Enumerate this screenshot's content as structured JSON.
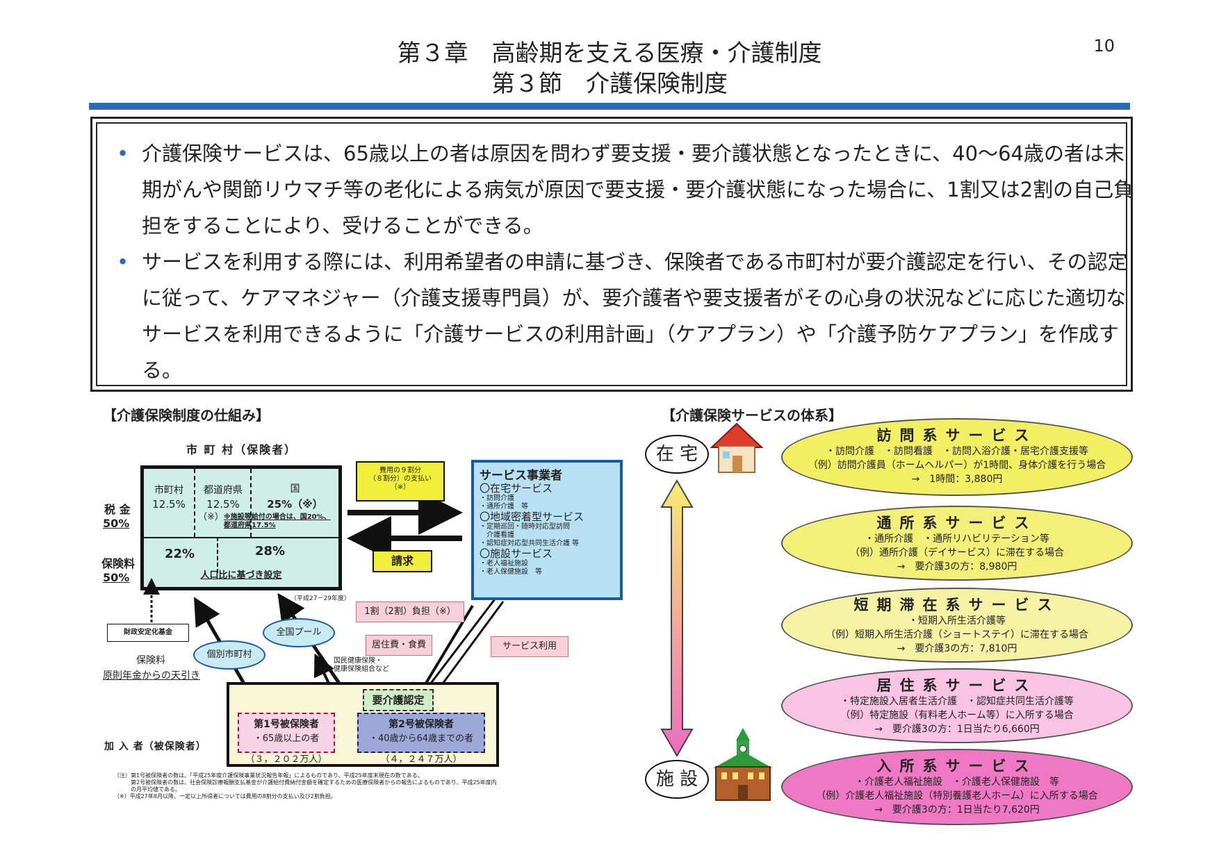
{
  "header": {
    "title1": "第３章　高齢期を支える医療・介護制度",
    "title2": "第３節　介護保険制度",
    "page": "10"
  },
  "summary": {
    "bullets": [
      "介護保険サービスは、65歳以上の者は原因を問わず要支援・要介護状態となったときに、40～64歳の者は末期がんや関節リウマチ等の老化による病気が原因で要支援・要介護状態になった場合に、1割又は2割の自己負担をすることにより、受けることができる。",
      "サービスを利用する際には、利用希望者の申請に基づき、保険者である市町村が要介護認定を行い、その認定に従って、ケアマネジャー（介護支援専門員）が、要介護者や要支援者がその心身の状況などに応じた適切なサービスを利用できるように「介護サービスの利用計画」（ケアプラン）や「介護予防ケアプラン」を作成する。"
    ]
  },
  "left": {
    "title": "【介護保険制度の仕組み】",
    "insurer": "市 町 村（保険者）",
    "tax_label": "税 金",
    "tax_pct": "50%",
    "prem_label": "保険料",
    "prem_pct": "50%",
    "city": "市町村",
    "city_pct": "12.5%",
    "pref": "都道府県",
    "pref_pct": "12.5%",
    "pref_note": "（※）",
    "nat": "国",
    "nat_pct": "25%（※）",
    "facility_note": "※施設等給付の場合は、国20%、都道府県17.5%",
    "p22": "22%",
    "p28": "28%",
    "pop_note": "人口比に基づき設定",
    "period": "（平成27－29年度）",
    "fund": "財政安定化基金",
    "pension1": "保険料",
    "pension2": "原則年金からの天引き",
    "individual": "個別市町村",
    "pool": "全国プール",
    "health": "国民健康保険・\n健康保険組合など",
    "pay9": "費用の９割分\n（８割分）の支払い\n（※）",
    "claim": "請求",
    "burden": "1割（2割）負担（※）",
    "food": "居住費・食費",
    "use": "サービス利用",
    "provider": {
      "title": "サービス事業者",
      "home": "〇在宅サービス",
      "home_items": [
        "・訪問介護",
        "・通所介護　等"
      ],
      "local": "〇地域密着型サービス",
      "local_items": [
        "・定期巡回・随時対応型訪問",
        "　介護看護",
        "・認知症対応型共同生活介護 等"
      ],
      "fac": "〇施設サービス",
      "fac_items": [
        "・老人福祉施設",
        "・老人保健施設　等"
      ]
    },
    "members": "加 入 者（被保険者）",
    "cert": "要介護認定",
    "ins1": "第1号被保険者",
    "ins1_desc": "・65歳以上の者",
    "ins1_count": "（３，２０２万人）",
    "ins2": "第2号被保険者",
    "ins2_desc": "・40歳から64歳までの者",
    "ins2_count": "（４，２４７万人）",
    "notes": [
      "（注）第1号被保険者の数は、「平成25年度介護保険事業状況報告年報」によるものであり、平成25年度末現在の数である。",
      "　　　第2号被保険者の数は、社会保険診療報酬支払基金が介護給付費納付金額を確定するための医療保険者からの報告によるものであり、平成25年度内",
      "　　　の月平均値である。",
      "（※）平成27年8月以降、一定以上所得者については費用の8割分の支払い及び2割負担。"
    ]
  },
  "right": {
    "title": "【介護保険サービスの体系】",
    "home": "在 宅",
    "facility": "施 設",
    "services": [
      {
        "name": "訪問系サービス",
        "items": [
          "・訪問介護　・訪問看護　・訪問入浴介護・居宅介護支援等",
          "（例）訪問介護員（ホームヘルパー）が1時間、身体介護を行う場合",
          "→　1時間：3,880円"
        ],
        "color": "#f3ef62"
      },
      {
        "name": "通所系サービス",
        "items": [
          "・通所介護　・通所リハビリテーション等",
          "（例）通所介護（デイサービス）に滞在する場合",
          "→　要介護3の方：8,980円"
        ],
        "color": "#f4ef78"
      },
      {
        "name": "短期滞在系サービス",
        "items": [
          "・短期入所生活介護等",
          "（例）短期入所生活介護（ショートステイ）に滞在する場合",
          "→　要介護3の方：7,810円"
        ],
        "color": "#f6f2a4"
      },
      {
        "name": "居住系サービス",
        "items": [
          "・特定施設入居者生活介護　・認知症共同生活介護等",
          "（例）特定施設（有料老人ホーム等）に入所する場合",
          "→　要介護3の方：1日当たり6,660円"
        ],
        "color": "#f9c4e3"
      },
      {
        "name": "入所系サービス",
        "items": [
          "・介護老人福祉施設　・介護老人保健施設　等",
          "（例）介護老人福祉施設（特別養護老人ホーム）に入所する場合",
          "→　要介護3の方：1日当たり7,620円"
        ],
        "color": "#ee78c4"
      }
    ]
  }
}
